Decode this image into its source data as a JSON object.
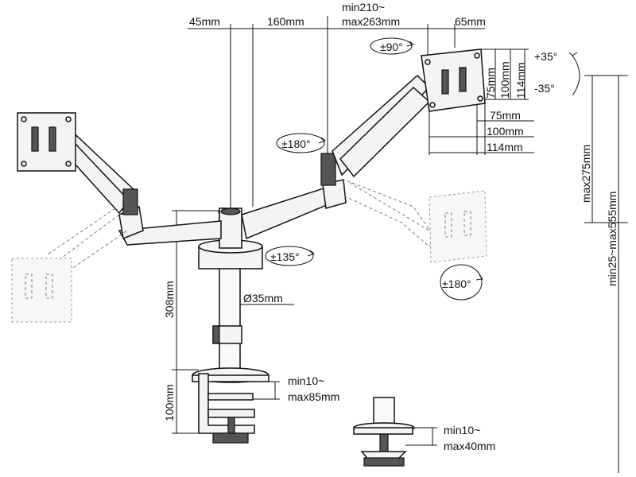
{
  "diagram": {
    "dimensions": {
      "arm_offset": "45mm",
      "arm_length_1": "160mm",
      "arm_length_2_min": "min210~",
      "arm_length_2_max": "max263mm",
      "plate_offset": "65mm",
      "vesa_h_75": "75mm",
      "vesa_h_100": "100mm",
      "vesa_h_114": "114mm",
      "vesa_w_75": "75mm",
      "vesa_w_100": "100mm",
      "vesa_w_114": "114mm",
      "height_range_1": "max275mm",
      "height_range_2": "min25~max555mm",
      "pole_height": "308mm",
      "pole_diameter": "Ø35mm",
      "clamp_height": "100mm",
      "clamp_desk_min": "min10~",
      "clamp_desk_max": "max85mm",
      "grommet_desk_min": "min10~",
      "grommet_desk_max": "max40mm"
    },
    "angles": {
      "rotation": "±90°",
      "tilt_up": "+35°",
      "tilt_down": "-35°",
      "swivel_arm": "±180°",
      "swivel_base": "±135°",
      "swivel_head": "±180°"
    }
  }
}
